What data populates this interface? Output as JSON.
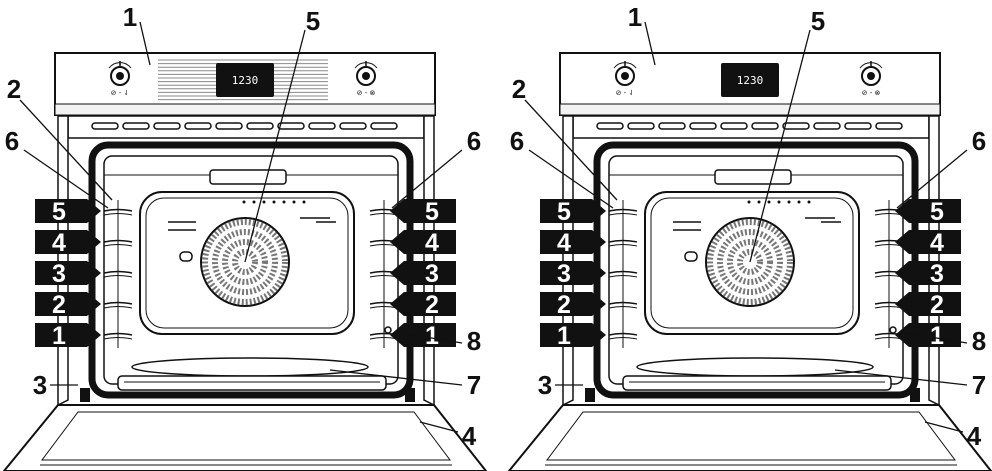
{
  "diagrams": [
    {
      "offset": 0,
      "display_text": "1230",
      "callouts": [
        "1",
        "2",
        "3",
        "4",
        "5",
        "6",
        "6",
        "7",
        "8"
      ],
      "shelves_left": [
        "5",
        "4",
        "3",
        "2",
        "1"
      ],
      "shelves_right": [
        "5",
        "4",
        "3",
        "2",
        "1"
      ],
      "knob_left_label": "⊘ - ⇃",
      "knob_right_label": "⊘ - ⊗"
    },
    {
      "offset": 505,
      "display_text": "1230",
      "callouts": [
        "1",
        "2",
        "3",
        "4",
        "5",
        "6",
        "6",
        "7",
        "8"
      ],
      "shelves_left": [
        "5",
        "4",
        "3",
        "2",
        "1"
      ],
      "shelves_right": [
        "5",
        "4",
        "3",
        "2",
        "1"
      ],
      "knob_left_label": "⊘ - ⇃",
      "knob_right_label": "⊘ - ⊗"
    }
  ]
}
